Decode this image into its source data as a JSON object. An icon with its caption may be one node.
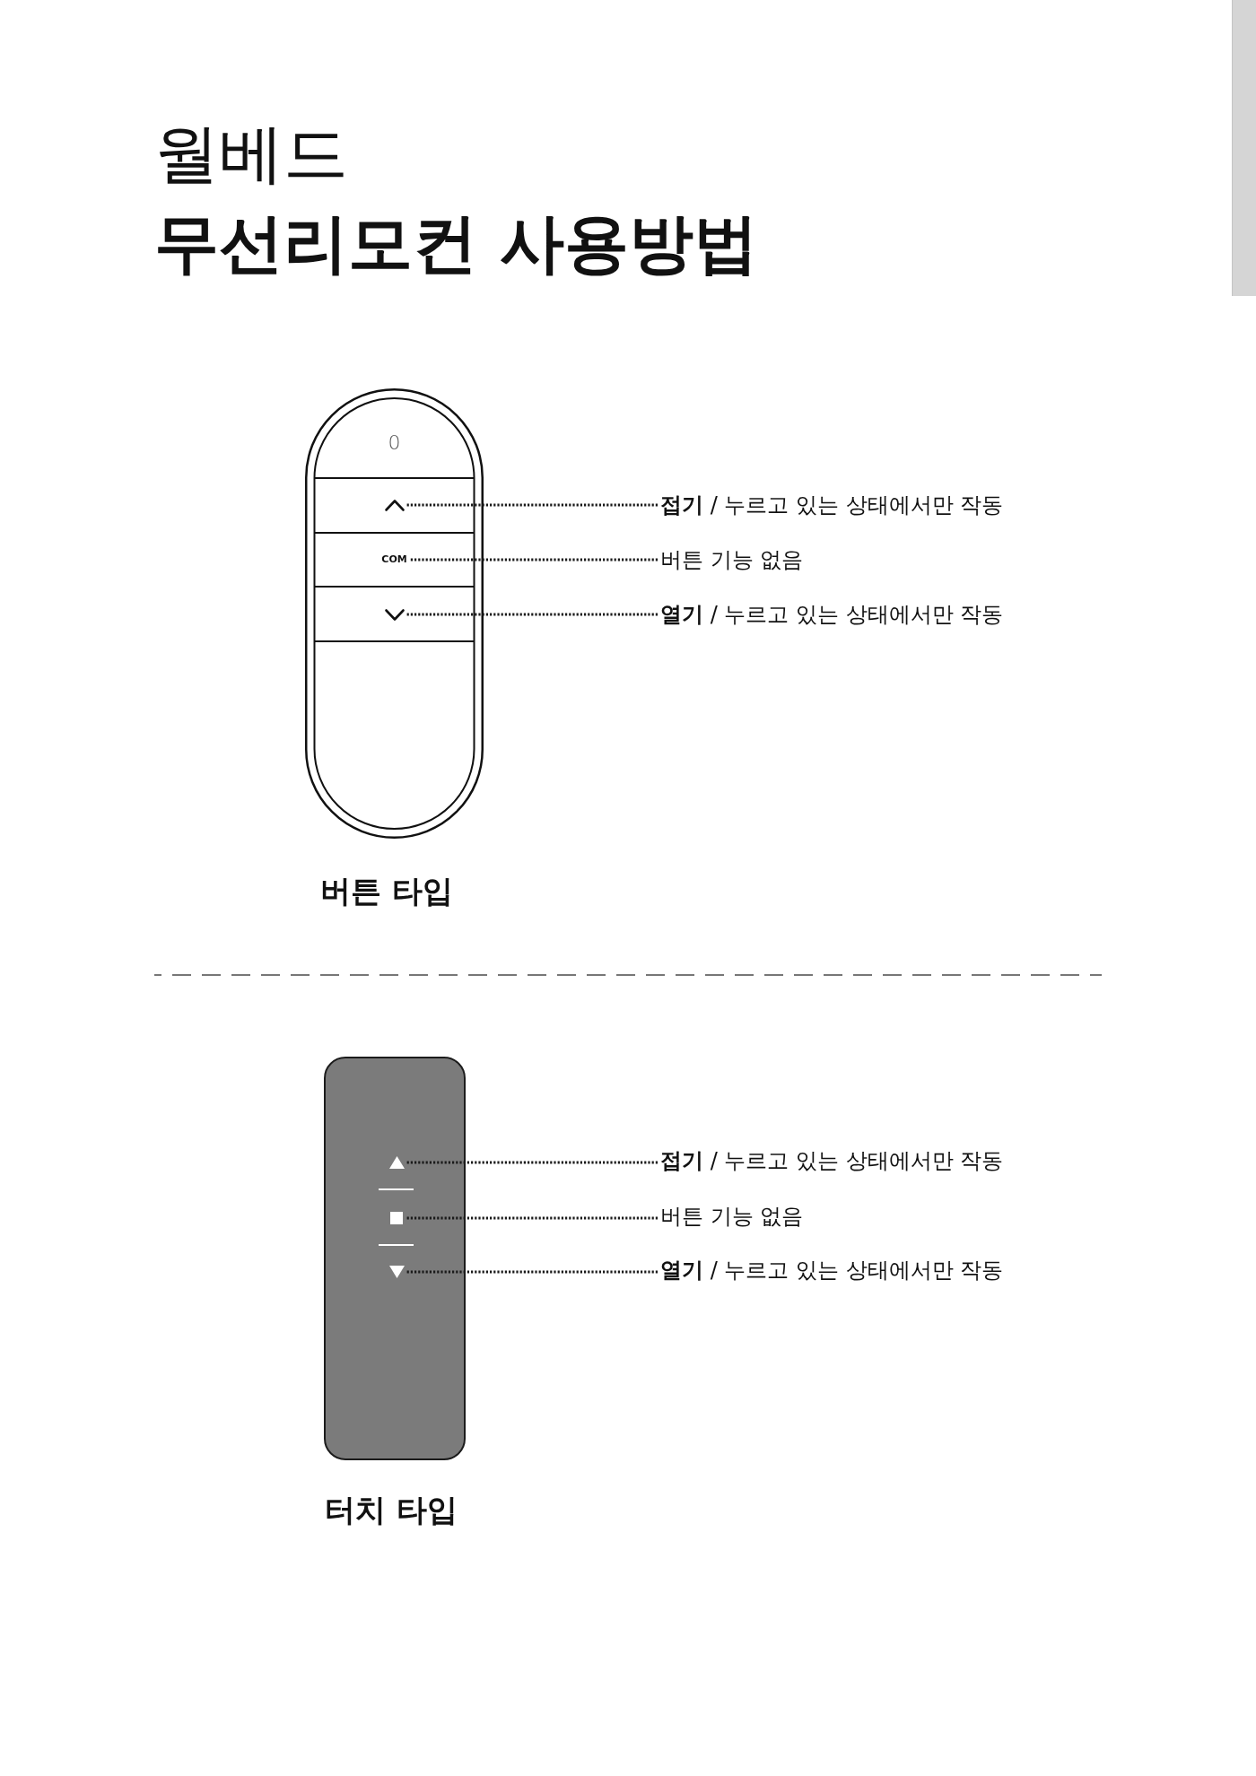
{
  "diagram": {
    "title": "월베드 **무선리모컨 사용방법**",
    "nodes": [
      {
        "text": [
          "0"
        ],
        "beside": [
          "버튼 타입"
        ]
      },
      {
        "text": [],
        "shape": "chevron",
        "in": 0
      },
      {
        "text": [
          "COM"
        ],
        "in": 0
      },
      {
        "text": [],
        "shape": "chevron",
        "in": 0
      },
      {
        "text": [
          "**접기** / 누르고 있는 상태에서만 작동"
        ]
      },
      {
        "text": [
          "버튼 기능 없음"
        ]
      },
      {
        "text": [
          "**열기** / 누르고 있는 상태에서만 작동"
        ]
      },
      {
        "text": [],
        "shape": "box",
        "beside": [
          "터치 타입"
        ]
      },
      {
        "text": [],
        "shape": "triangle",
        "in": 7
      },
      {
        "text": [],
        "shape": "square",
        "in": 7
      },
      {
        "text": [],
        "shape": "triangle",
        "in": 7
      },
      {
        "text": [
          "**접기** / 누르고 있는 상태에서만 작동"
        ]
      },
      {
        "text": [
          "버튼 기능 없음"
        ]
      },
      {
        "text": [
          "**열기** / 누르고 있는 상태에서만 작동"
        ]
      }
    ],
    "edges": [
      {
        "from": 4,
        "to": 1,
        "arrow": "none"
      },
      {
        "from": 5,
        "to": 2,
        "arrow": "none"
      },
      {
        "from": 6,
        "to": 3,
        "arrow": "none"
      },
      {
        "from": 11,
        "to": 8,
        "arrow": "none"
      },
      {
        "from": 12,
        "to": 9,
        "arrow": "none"
      },
      {
        "from": 13,
        "to": 10,
        "arrow": "none"
      }
    ]
  }
}
